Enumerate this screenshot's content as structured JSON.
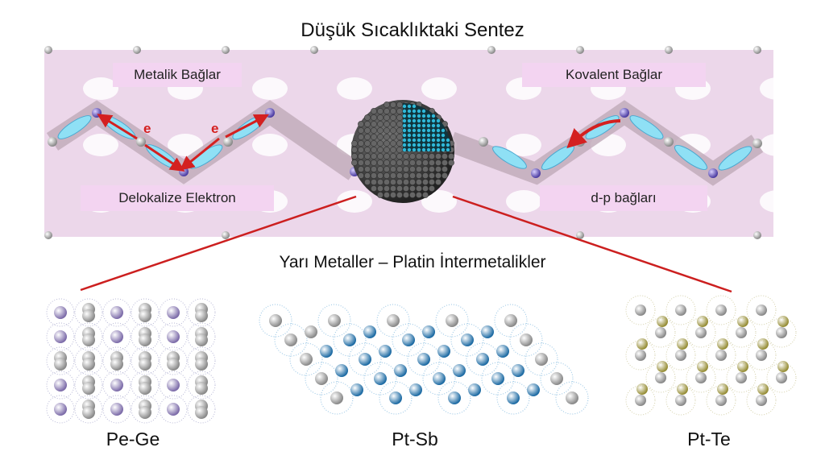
{
  "title": "Düşük Sıcaklıktaki Sentez",
  "labels": {
    "metallic": "Metalik Bağlar",
    "covalent": "Kovalent Bağlar",
    "delocalized": "Delokalize Elektron",
    "dp": "d-p bağları",
    "electron": "e"
  },
  "subtitle": "Yarı Metaller – Platin İntermetalikler",
  "materials": [
    {
      "name": "Pe-Ge",
      "color": "#7b6aa8"
    },
    {
      "name": "Pt-Sb",
      "color": "#1c6aa3"
    },
    {
      "name": "Pt-Te",
      "color": "#958c34"
    }
  ],
  "colors": {
    "band": "#ecd7ea",
    "arrow": "#d42020",
    "bond": "#8fe0f5",
    "sphere": "#444444",
    "core": "#2fb8d8"
  }
}
